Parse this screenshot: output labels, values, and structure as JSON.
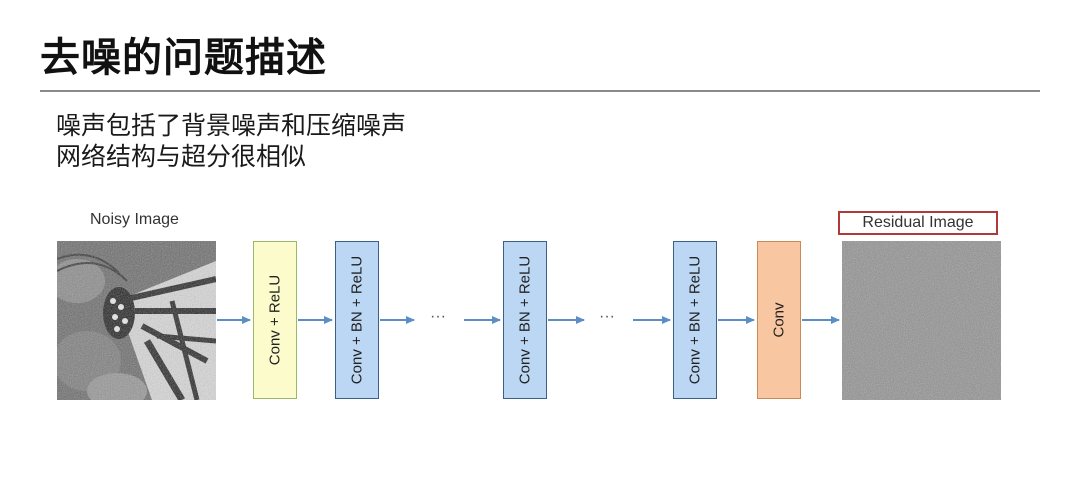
{
  "title": "去噪的问题描述",
  "bullets": [
    "噪声包括了背景噪声和压缩噪声",
    "网络结构与超分很相似"
  ],
  "diagram": {
    "input_label": "Noisy Image",
    "output_label": "Residual Image",
    "layers": [
      {
        "label": "Conv + ReLU",
        "color": "#fbfbcb"
      },
      {
        "label": "Conv + BN + ReLU",
        "color": "#bcd7f3"
      },
      {
        "label": "Conv + BN + ReLU",
        "color": "#bcd7f3"
      },
      {
        "label": "Conv + BN + ReLU",
        "color": "#bcd7f3"
      },
      {
        "label": "Conv",
        "color": "#f8c7a1"
      }
    ],
    "ellipsis": [
      "···",
      "···"
    ],
    "arrow_color": "#5b8ec4"
  }
}
